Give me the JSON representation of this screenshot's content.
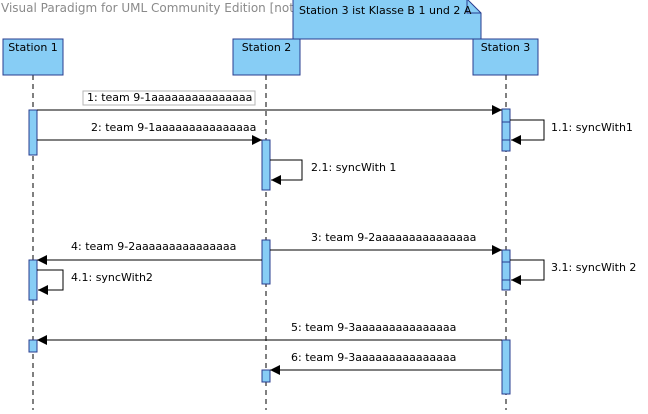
{
  "watermark": "Visual Paradigm for UML Community Edition [not for commercial use]",
  "colors": {
    "fill": "#87cdf5",
    "stroke": "#2a3d8f",
    "line": "#000000"
  },
  "note": "Station 3 ist Klasse B 1 und 2 A",
  "lifelines": [
    {
      "id": "s1",
      "name": "Station 1"
    },
    {
      "id": "s2",
      "name": "Station 2"
    },
    {
      "id": "s3",
      "name": "Station 3"
    }
  ],
  "messages": [
    {
      "label": "1: team 9-1aaaaaaaaaaaaaaa",
      "from": "s1",
      "to": "s3",
      "boxed": true
    },
    {
      "label": "2: team 9-1aaaaaaaaaaaaaaa",
      "from": "s1",
      "to": "s2"
    },
    {
      "label": "1.1: syncWith1",
      "self": "s3"
    },
    {
      "label": "2.1: syncWith 1",
      "self": "s2"
    },
    {
      "label": "3: team 9-2aaaaaaaaaaaaaaa",
      "from": "s2",
      "to": "s3"
    },
    {
      "label": "4: team 9-2aaaaaaaaaaaaaaa",
      "from": "s2",
      "to": "s1"
    },
    {
      "label": "3.1: syncWith 2",
      "self": "s3"
    },
    {
      "label": "4.1: syncWith2",
      "self": "s1"
    },
    {
      "label": "5: team 9-3aaaaaaaaaaaaaaa",
      "from": "s3",
      "to": "s1"
    },
    {
      "label": "6: team 9-3aaaaaaaaaaaaaaa",
      "from": "s3",
      "to": "s2"
    }
  ]
}
